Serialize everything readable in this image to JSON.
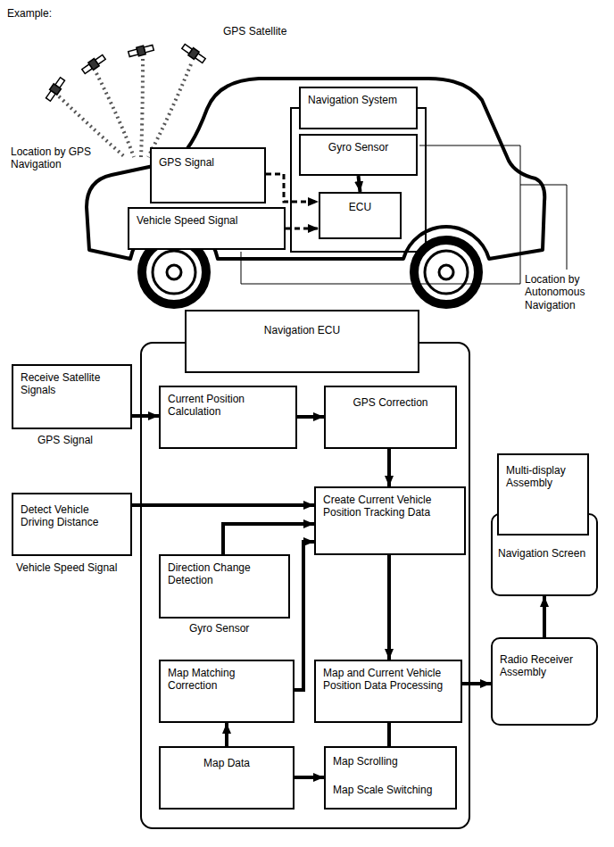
{
  "diagram": {
    "nodes": [
      {
        "text": [
          "Navigation System"
        ]
      },
      {
        "text": [
          "Gyro Sensor"
        ],
        "in": 0
      },
      {
        "text": [
          "ECU"
        ],
        "in": 0
      },
      {
        "text": [
          "GPS Signal"
        ]
      },
      {
        "text": [
          "Vehicle Speed Signal"
        ]
      },
      {
        "text": [
          "Navigation ECU"
        ]
      },
      {
        "text": [
          "Current Position Calculation"
        ],
        "in": 5
      },
      {
        "text": [
          "GPS Correction"
        ],
        "in": 5
      },
      {
        "text": [
          "Create Current Vehicle Position Tracking Data"
        ],
        "in": 5
      },
      {
        "text": [
          "Direction Change Detection"
        ],
        "in": 5
      },
      {
        "text": [
          "Map Matching Correction"
        ],
        "in": 5
      },
      {
        "text": [
          "Map and Current Vehicle Position Data Processing"
        ],
        "in": 5
      },
      {
        "text": [
          "Map Data"
        ],
        "in": 5
      },
      {
        "text": [
          "Map Scrolling",
          "Map Scale Switching"
        ],
        "in": 5
      },
      {
        "text": [
          "Receive Satellite Signals"
        ]
      },
      {
        "text": [
          "Detect Vehicle Driving Distance"
        ]
      },
      {
        "text": [
          "Navigation Screen"
        ]
      },
      {
        "text": [
          "Multi-display Assembly"
        ],
        "in": 16
      },
      {
        "text": [
          "Radio Receiver Assembly"
        ]
      }
    ],
    "edges": [
      {
        "from": 1,
        "to": 2,
        "arrow": "to"
      },
      {
        "from": 3,
        "to": 2,
        "arrow": "to"
      },
      {
        "from": 4,
        "to": 2,
        "arrow": "to"
      },
      {
        "from": 14,
        "to": 6,
        "arrow": "to"
      },
      {
        "from": 6,
        "to": 7,
        "arrow": "to"
      },
      {
        "from": 7,
        "to": 8,
        "arrow": "to"
      },
      {
        "from": 15,
        "to": 8,
        "arrow": "to"
      },
      {
        "from": 9,
        "to": 8,
        "arrow": "to"
      },
      {
        "from": 10,
        "to": 8,
        "arrow": "to"
      },
      {
        "from": 8,
        "to": 11,
        "arrow": "to"
      },
      {
        "from": 12,
        "to": 10,
        "arrow": "to"
      },
      {
        "from": 12,
        "to": 13,
        "arrow": "to"
      },
      {
        "from": 13,
        "to": 11,
        "arrow": "to"
      },
      {
        "from": 11,
        "to": 18,
        "arrow": "to"
      },
      {
        "from": 18,
        "to": 16,
        "arrow": "to"
      }
    ],
    "labels": [
      "Example:",
      "GPS Satellite",
      "Location by GPS Navigation",
      "Location by Autonomous Navigation",
      "GPS Signal",
      "Vehicle Speed Signal",
      "Gyro Sensor"
    ]
  }
}
